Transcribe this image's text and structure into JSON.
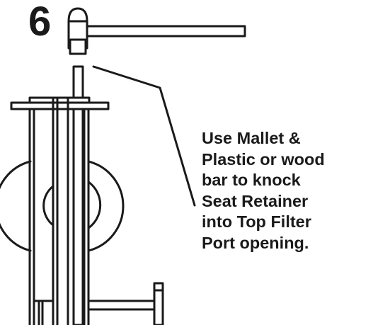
{
  "step": {
    "number": "6"
  },
  "instruction": {
    "lines": [
      "Use Mallet &",
      "Plastic or wood",
      "bar to knock",
      "Seat Retainer",
      "into Top Filter",
      "Port opening."
    ]
  },
  "colors": {
    "ink": "#1a1a1a",
    "paper": "#ffffff"
  },
  "icons": [
    "mallet-icon",
    "plastic-bar-icon",
    "filter-assembly-icon"
  ]
}
